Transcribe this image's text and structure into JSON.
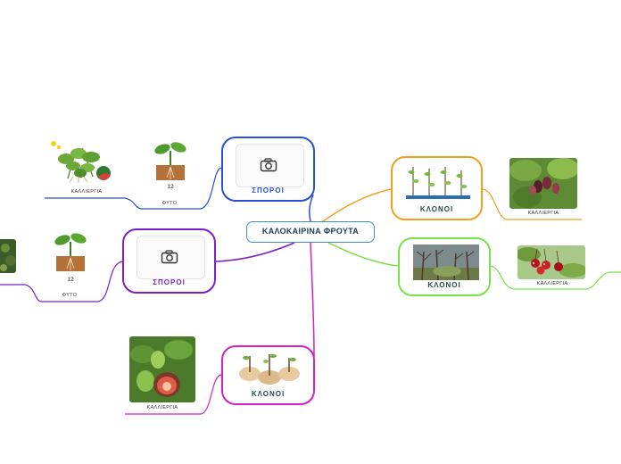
{
  "central": {
    "title": "ΚΑΛΟΚΑΙΡΙΝΑ ΦΡΟΥΤΑ"
  },
  "topics": {
    "sporoi_top": {
      "label": "ΣΠΟΡΟΙ",
      "color": "#2a4fd6"
    },
    "sporoi_mid": {
      "label": "ΣΠΟΡΟΙ",
      "color": "#7a1fc9"
    },
    "kloni_bottom": {
      "label": "ΚΛΟΝΟΙ",
      "color": "#d41fc7"
    },
    "kloni_right_top": {
      "label": "ΚΛΟΝΟΙ",
      "color": "#f0a020"
    },
    "kloni_right_mid": {
      "label": "ΚΛΟΝΟΙ",
      "color": "#7be04a"
    }
  },
  "subtopics": {
    "top_kalliergia": "ΚΑΛΛΙΕΡΓΙΑ",
    "top_fyto_num": "12",
    "top_fyto": "ΦΥΤΟ",
    "mid_fyto_num": "12",
    "mid_fyto": "ΦΥΤΟ",
    "bottom_kalliergia": "ΚΑΛΛΙΕΡΓΙΑ",
    "right_top_kalliergia": "ΚΑΛΛΙΕΡΓΙΑ",
    "right_mid_kalliergia": "ΚΑΛΛΙΕΡΓΙΑ"
  },
  "icons": {
    "camera": "camera-icon",
    "watermelon": "watermelon-plant-image",
    "seedling": "seedling-image",
    "fig": "fig-image",
    "cuttings": "cuttings-image",
    "mulberry": "mulberry-image",
    "orchard": "orchard-image",
    "cherries": "cherries-image"
  }
}
